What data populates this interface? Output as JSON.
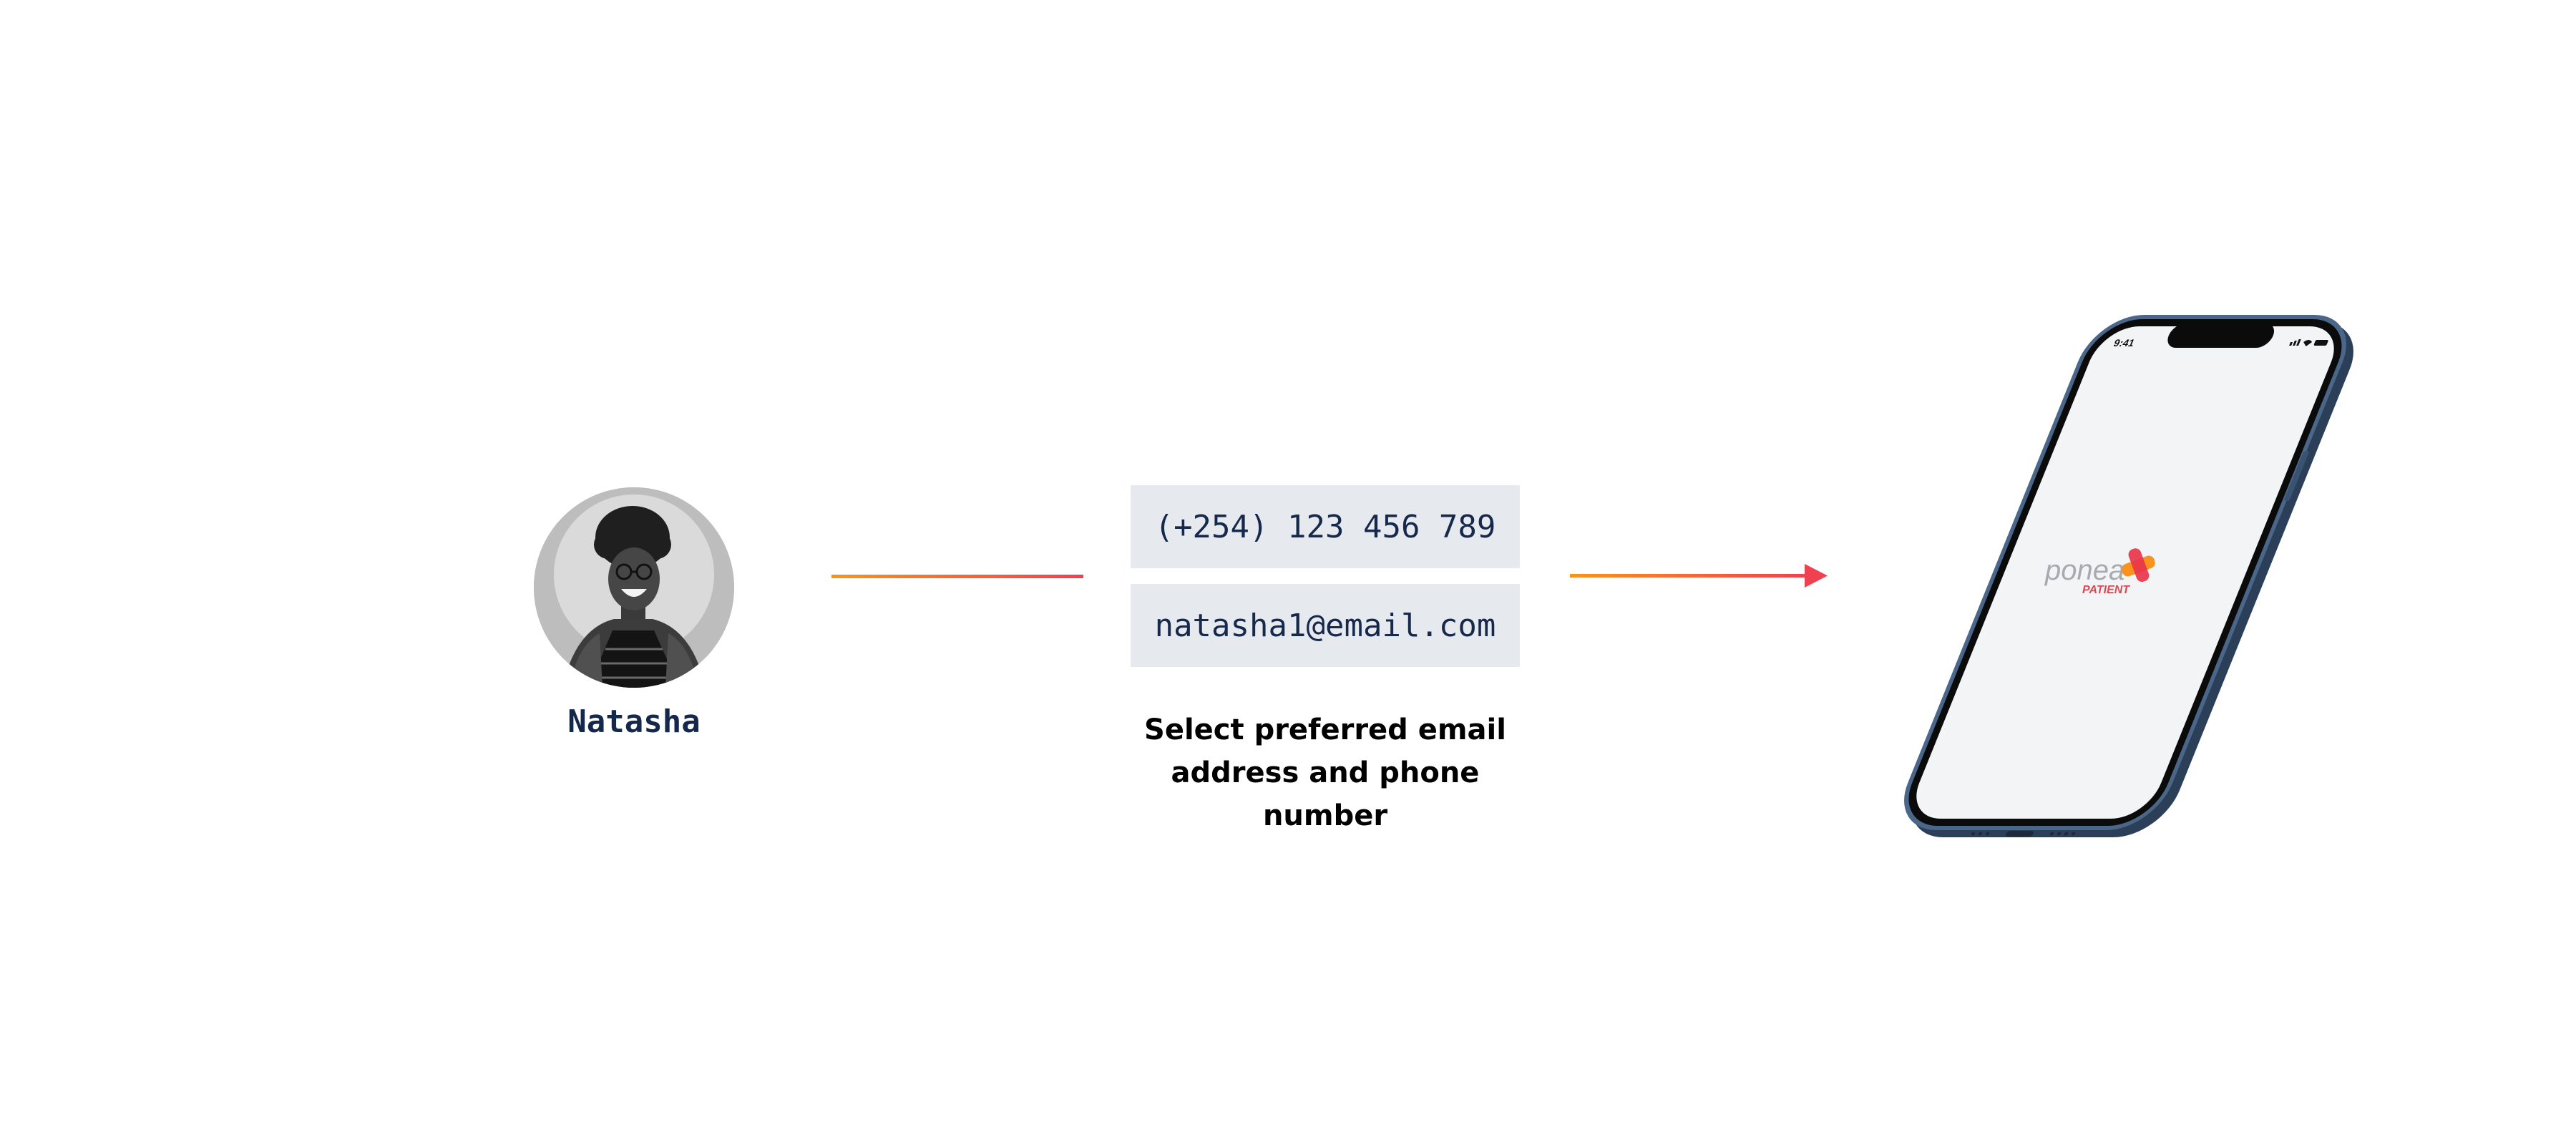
{
  "user": {
    "name": "Natasha"
  },
  "contacts": {
    "phone": "(+254) 123 456 789",
    "email": "natasha1@email.com"
  },
  "instruction": "Select preferred email address and phone number",
  "phone_mockup": {
    "status_time": "9:41",
    "brand_wordmark": "ponea",
    "brand_subtitle": "PATIENT"
  },
  "colors": {
    "connector_start": "#f7941d",
    "connector_end": "#ef4150",
    "chip_background": "#e6eaef",
    "text_dark_navy": "#14284b",
    "phone_frame": "#3d5878",
    "phone_screen": "#f3f4f5",
    "brand_red": "#e8344a",
    "brand_orange": "#f7931e"
  }
}
